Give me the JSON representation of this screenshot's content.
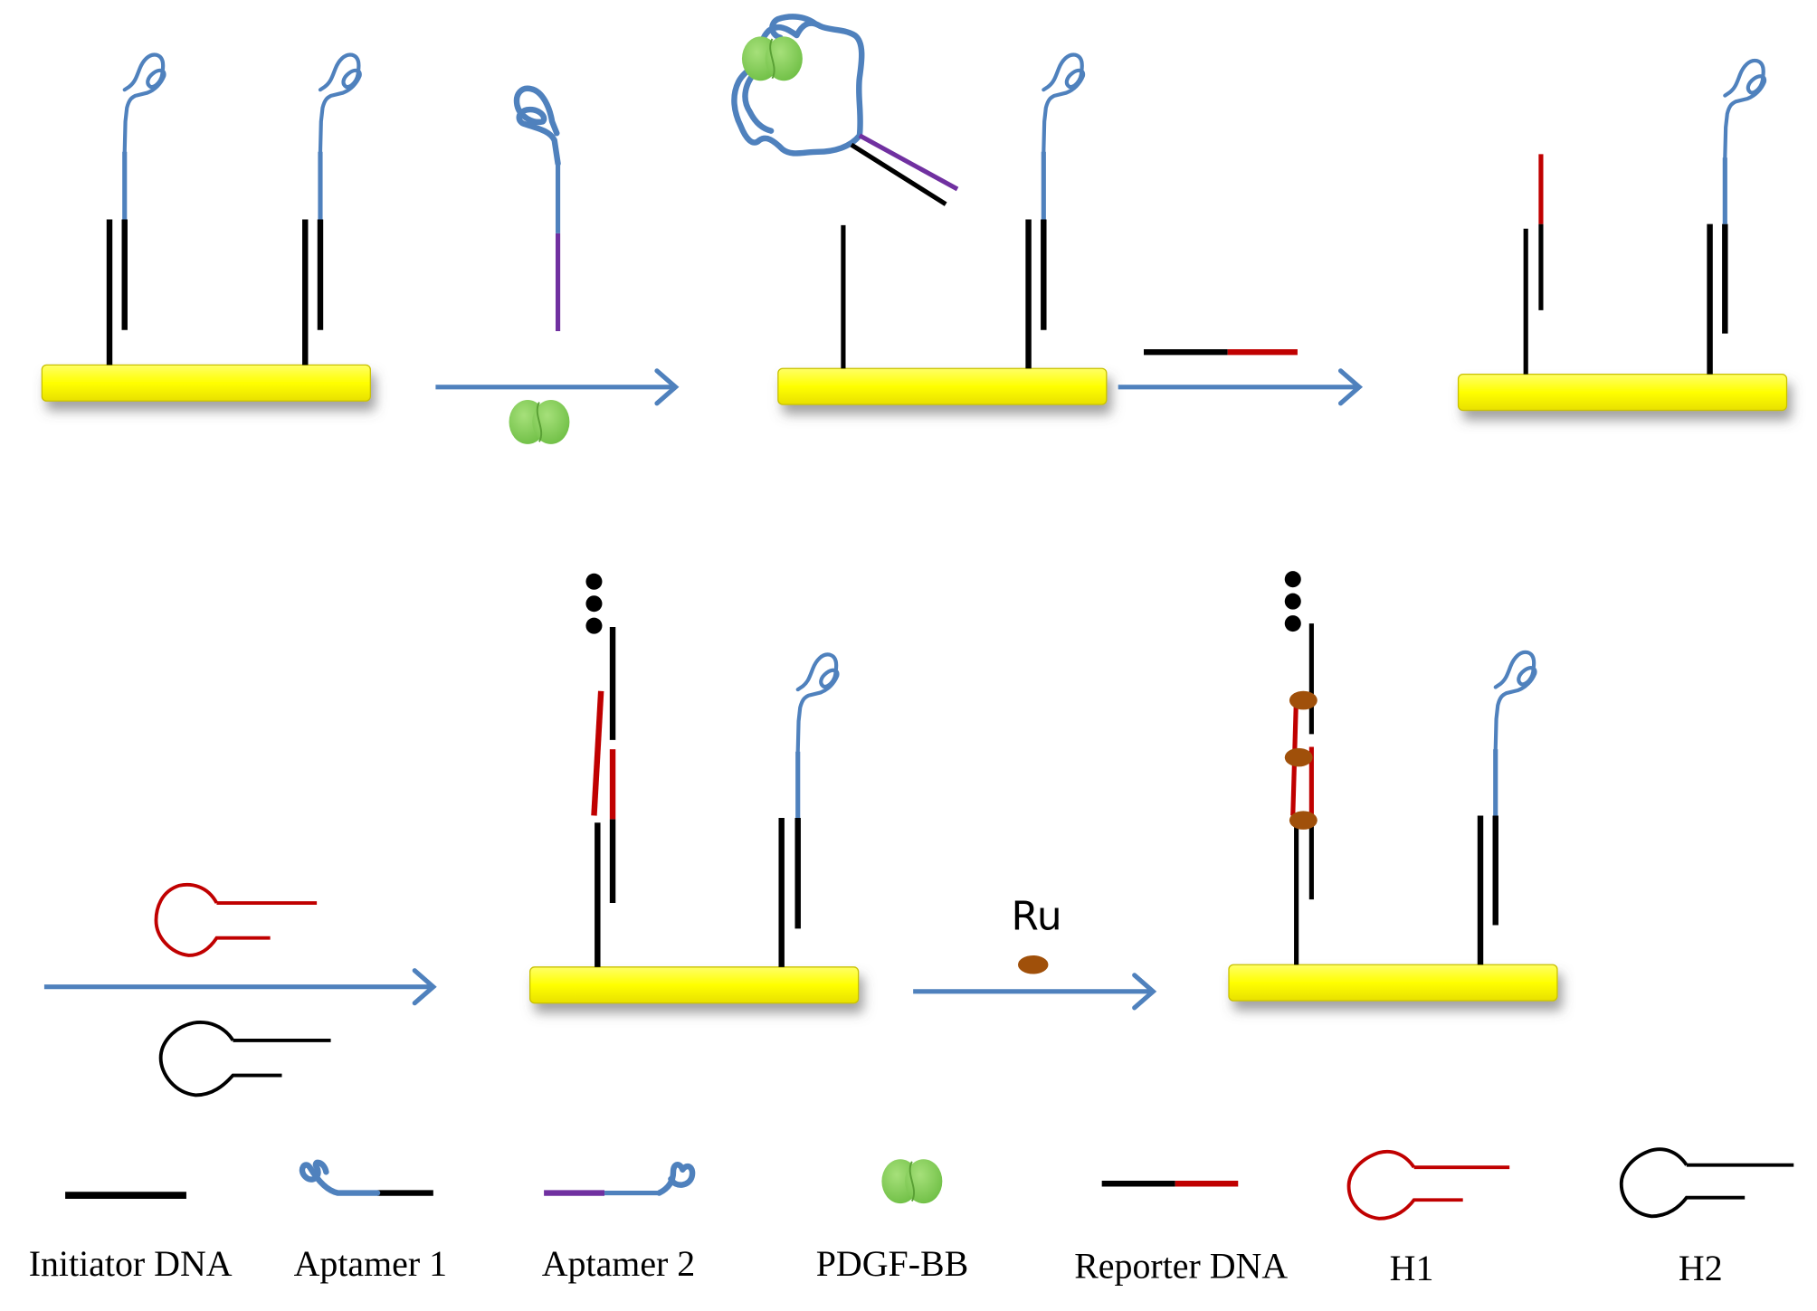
{
  "figure": {
    "type": "schematic",
    "description": "Aptamer-based sandwich assay with hybridization chain reaction on gold electrode"
  },
  "colors": {
    "electrode": "#ffff00",
    "aptamer": "#4f81bd",
    "initiator": "#000000",
    "aptamer2_tail": "#7030a0",
    "reporter_red": "#c00000",
    "protein": "#7ec850",
    "ru": "#a0500a",
    "arrow": "#4f81bd"
  },
  "steps": [
    {
      "from": "electrode-initial",
      "reagent": "Aptamer 2 + PDGF-BB"
    },
    {
      "from": "protein-bound",
      "reagent": "Reporter DNA"
    },
    {
      "from": "reporter-hybridized",
      "reagent": "H1 + H2"
    },
    {
      "from": "hcr-product",
      "reagent": "Ru"
    }
  ],
  "ru_label": "Ru",
  "legend": [
    {
      "label": "Initiator DNA",
      "icon": "initiator-dna-icon"
    },
    {
      "label": "Aptamer 1",
      "icon": "aptamer1-icon"
    },
    {
      "label": "Aptamer 2",
      "icon": "aptamer2-icon"
    },
    {
      "label": "PDGF-BB",
      "icon": "pdgf-bb-icon"
    },
    {
      "label": "Reporter DNA",
      "icon": "reporter-dna-icon"
    },
    {
      "label": "H1",
      "icon": "h1-hairpin-icon"
    },
    {
      "label": "H2",
      "icon": "h2-hairpin-icon"
    }
  ]
}
